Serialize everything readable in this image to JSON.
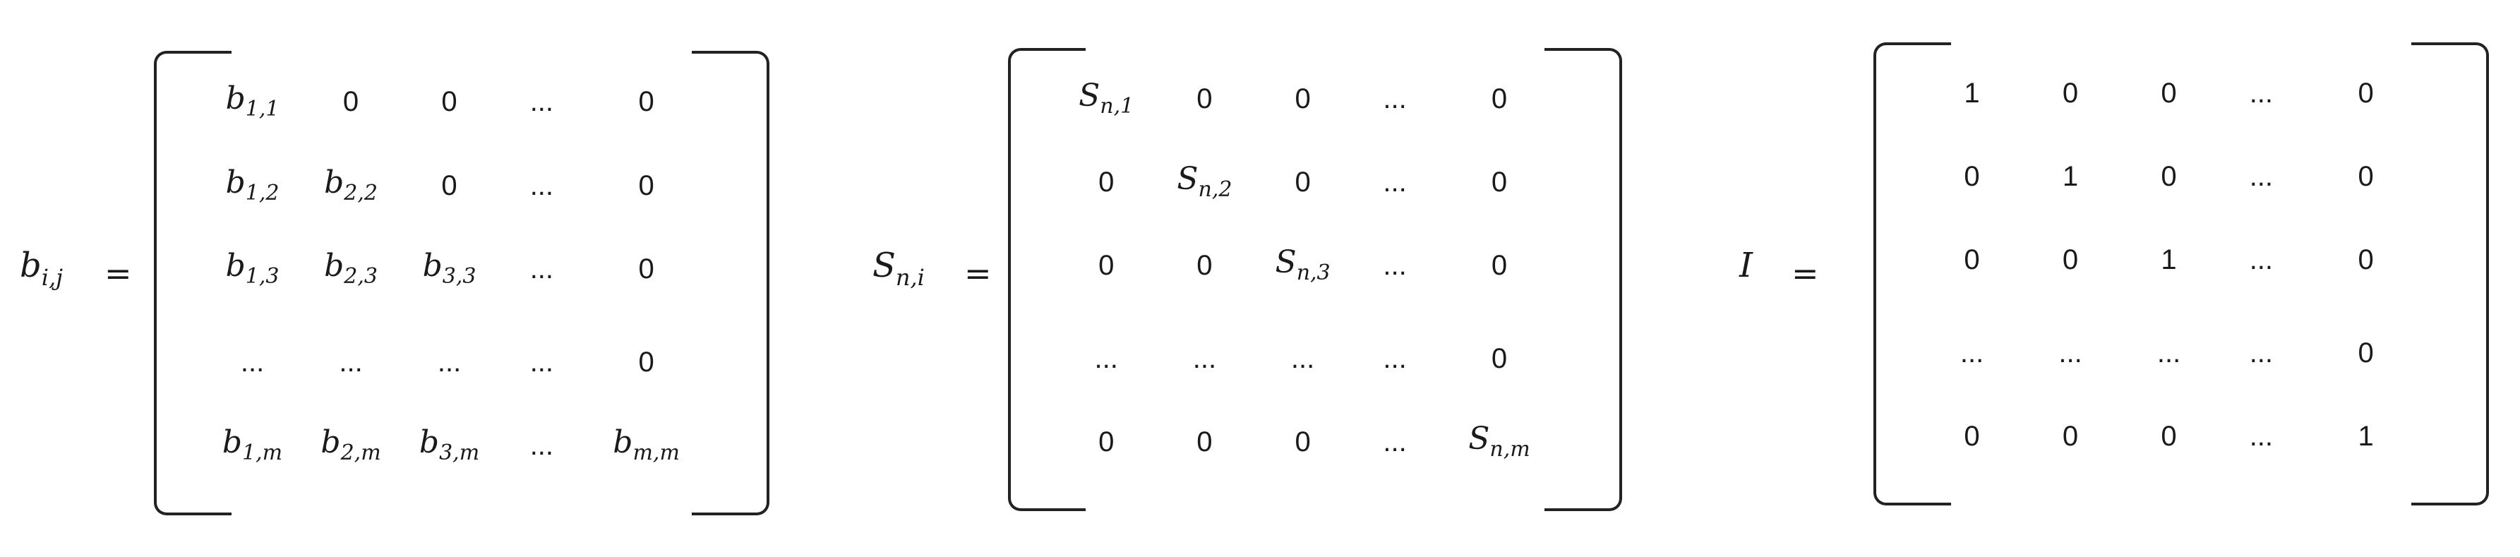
{
  "equations": [
    {
      "lhs_base": "b",
      "lhs_sub": "i,j",
      "sign": "=",
      "rows": [
        [
          {
            "b": "b",
            "s": "1,1"
          },
          {
            "t": "0"
          },
          {
            "t": "0"
          },
          {
            "t": "..."
          },
          {
            "t": "0"
          }
        ],
        [
          {
            "b": "b",
            "s": "1,2"
          },
          {
            "b": "b",
            "s": "2,2"
          },
          {
            "t": "0"
          },
          {
            "t": "..."
          },
          {
            "t": "0"
          }
        ],
        [
          {
            "b": "b",
            "s": "1,3"
          },
          {
            "b": "b",
            "s": "2,3"
          },
          {
            "b": "b",
            "s": "3,3"
          },
          {
            "t": "..."
          },
          {
            "t": "0"
          }
        ],
        [
          {
            "t": "..."
          },
          {
            "t": "..."
          },
          {
            "t": "..."
          },
          {
            "t": "..."
          },
          {
            "t": "0"
          }
        ],
        [
          {
            "b": "b",
            "s": "1,m"
          },
          {
            "b": "b",
            "s": "2,m"
          },
          {
            "b": "b",
            "s": "3,m"
          },
          {
            "t": "..."
          },
          {
            "b": "b",
            "s": "m,m"
          }
        ]
      ]
    },
    {
      "lhs_base": "S",
      "lhs_sub": "n,i",
      "sign": "=",
      "rows": [
        [
          {
            "b": "S",
            "s": "n,1"
          },
          {
            "t": "0"
          },
          {
            "t": "0"
          },
          {
            "t": "..."
          },
          {
            "t": "0"
          }
        ],
        [
          {
            "t": "0"
          },
          {
            "b": "S",
            "s": "n,2"
          },
          {
            "t": "0"
          },
          {
            "t": "..."
          },
          {
            "t": "0"
          }
        ],
        [
          {
            "t": "0"
          },
          {
            "t": "0"
          },
          {
            "b": "S",
            "s": "n,3"
          },
          {
            "t": "..."
          },
          {
            "t": "0"
          }
        ],
        [
          {
            "t": "..."
          },
          {
            "t": "..."
          },
          {
            "t": "..."
          },
          {
            "t": "..."
          },
          {
            "t": "0"
          }
        ],
        [
          {
            "t": "0"
          },
          {
            "t": "0"
          },
          {
            "t": "0"
          },
          {
            "t": "..."
          },
          {
            "b": "S",
            "s": "n,m"
          }
        ]
      ]
    },
    {
      "lhs_base": "I",
      "lhs_sub": "",
      "sign": "=",
      "rows": [
        [
          {
            "t": "1"
          },
          {
            "t": "0"
          },
          {
            "t": "0"
          },
          {
            "t": "..."
          },
          {
            "t": "0"
          }
        ],
        [
          {
            "t": "0"
          },
          {
            "t": "1"
          },
          {
            "t": "0"
          },
          {
            "t": "..."
          },
          {
            "t": "0"
          }
        ],
        [
          {
            "t": "0"
          },
          {
            "t": "0"
          },
          {
            "t": "1"
          },
          {
            "t": "..."
          },
          {
            "t": "0"
          }
        ],
        [
          {
            "t": "..."
          },
          {
            "t": "..."
          },
          {
            "t": "..."
          },
          {
            "t": "..."
          },
          {
            "t": "0"
          }
        ],
        [
          {
            "t": "0"
          },
          {
            "t": "0"
          },
          {
            "t": "0"
          },
          {
            "t": "..."
          },
          {
            "t": "1"
          }
        ]
      ]
    }
  ]
}
